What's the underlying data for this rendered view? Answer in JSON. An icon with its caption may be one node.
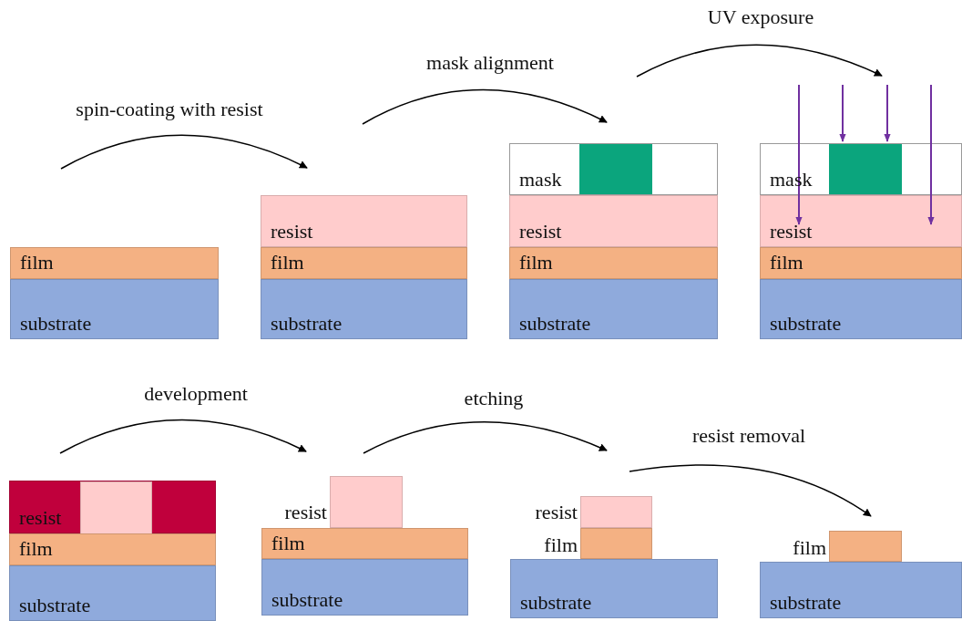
{
  "diagram": {
    "nodes": [
      {
        "text": [
          "film"
        ]
      },
      {
        "text": [
          "substrate"
        ]
      },
      {
        "text": [
          "resist"
        ]
      },
      {
        "text": [
          "film"
        ]
      },
      {
        "text": [
          "substrate"
        ]
      },
      {
        "text": [
          "mask"
        ]
      },
      {
        "text": [
          "resist"
        ]
      },
      {
        "text": [
          "film"
        ]
      },
      {
        "text": [
          "substrate"
        ]
      },
      {
        "text": [
          "mask"
        ]
      },
      {
        "text": [
          "resist"
        ]
      },
      {
        "text": [
          "film"
        ]
      },
      {
        "text": [
          "substrate"
        ]
      },
      {
        "text": [
          "resist"
        ]
      },
      {
        "text": [
          "film"
        ]
      },
      {
        "text": [
          "substrate"
        ]
      },
      {
        "text": [
          "resist"
        ]
      },
      {
        "text": [
          "film"
        ]
      },
      {
        "text": [
          "substrate"
        ]
      },
      {
        "text": [
          "resist"
        ]
      },
      {
        "text": [
          "film"
        ]
      },
      {
        "text": [
          "substrate"
        ]
      },
      {
        "text": [
          "film"
        ]
      },
      {
        "text": [
          "substrate"
        ]
      },
      {
        "text": [],
        "shape": "box",
        "in": 13
      }
    ],
    "edges": [
      {
        "from": null,
        "to": 2,
        "arrow": "to",
        "label": "spin-coating with resist"
      },
      {
        "from": null,
        "to": 5,
        "arrow": "to",
        "label": "mask alignment"
      },
      {
        "from": null,
        "to": 9,
        "arrow": "to",
        "label": "UV exposure"
      },
      {
        "from": null,
        "to": 16,
        "arrow": "to",
        "label": "development"
      },
      {
        "from": null,
        "to": 19,
        "arrow": "to",
        "label": "etching"
      },
      {
        "from": null,
        "to": 22,
        "arrow": "to",
        "label": "resist removal"
      }
    ]
  }
}
